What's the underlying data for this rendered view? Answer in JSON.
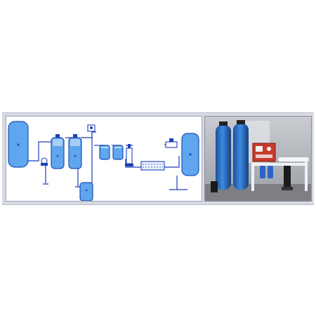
{
  "image": {
    "panels": [
      {
        "name": "ro-plant-process-flow-diagram",
        "kind": "line-diagram"
      },
      {
        "name": "ro-plant-photo",
        "kind": "photograph"
      }
    ]
  },
  "colors": {
    "page_background": "#ffffff",
    "banner_background": "#d7d9e3",
    "tank_fill": "#5fa6ee",
    "tank_stroke": "#1b4fb8",
    "pipe": "#1f3fb5",
    "pressure_vessel_fill": "#2f74c9",
    "panel_red": "#c83a2a",
    "frame_white": "#eef1f5"
  },
  "components": {
    "diagram": [
      "raw-water-tank",
      "feed-pump",
      "pressure-sand-filter",
      "activated-carbon-filter",
      "antiscalant-dosing-tank",
      "micron-cartridge-filters",
      "high-pressure-pump",
      "ro-membrane-module",
      "uv-unit",
      "treated-water-tank"
    ],
    "photo": [
      "blue-pressure-vessels",
      "control-panel",
      "cartridge-filter-housings",
      "vertical-pump",
      "ro-membrane-frame"
    ]
  }
}
